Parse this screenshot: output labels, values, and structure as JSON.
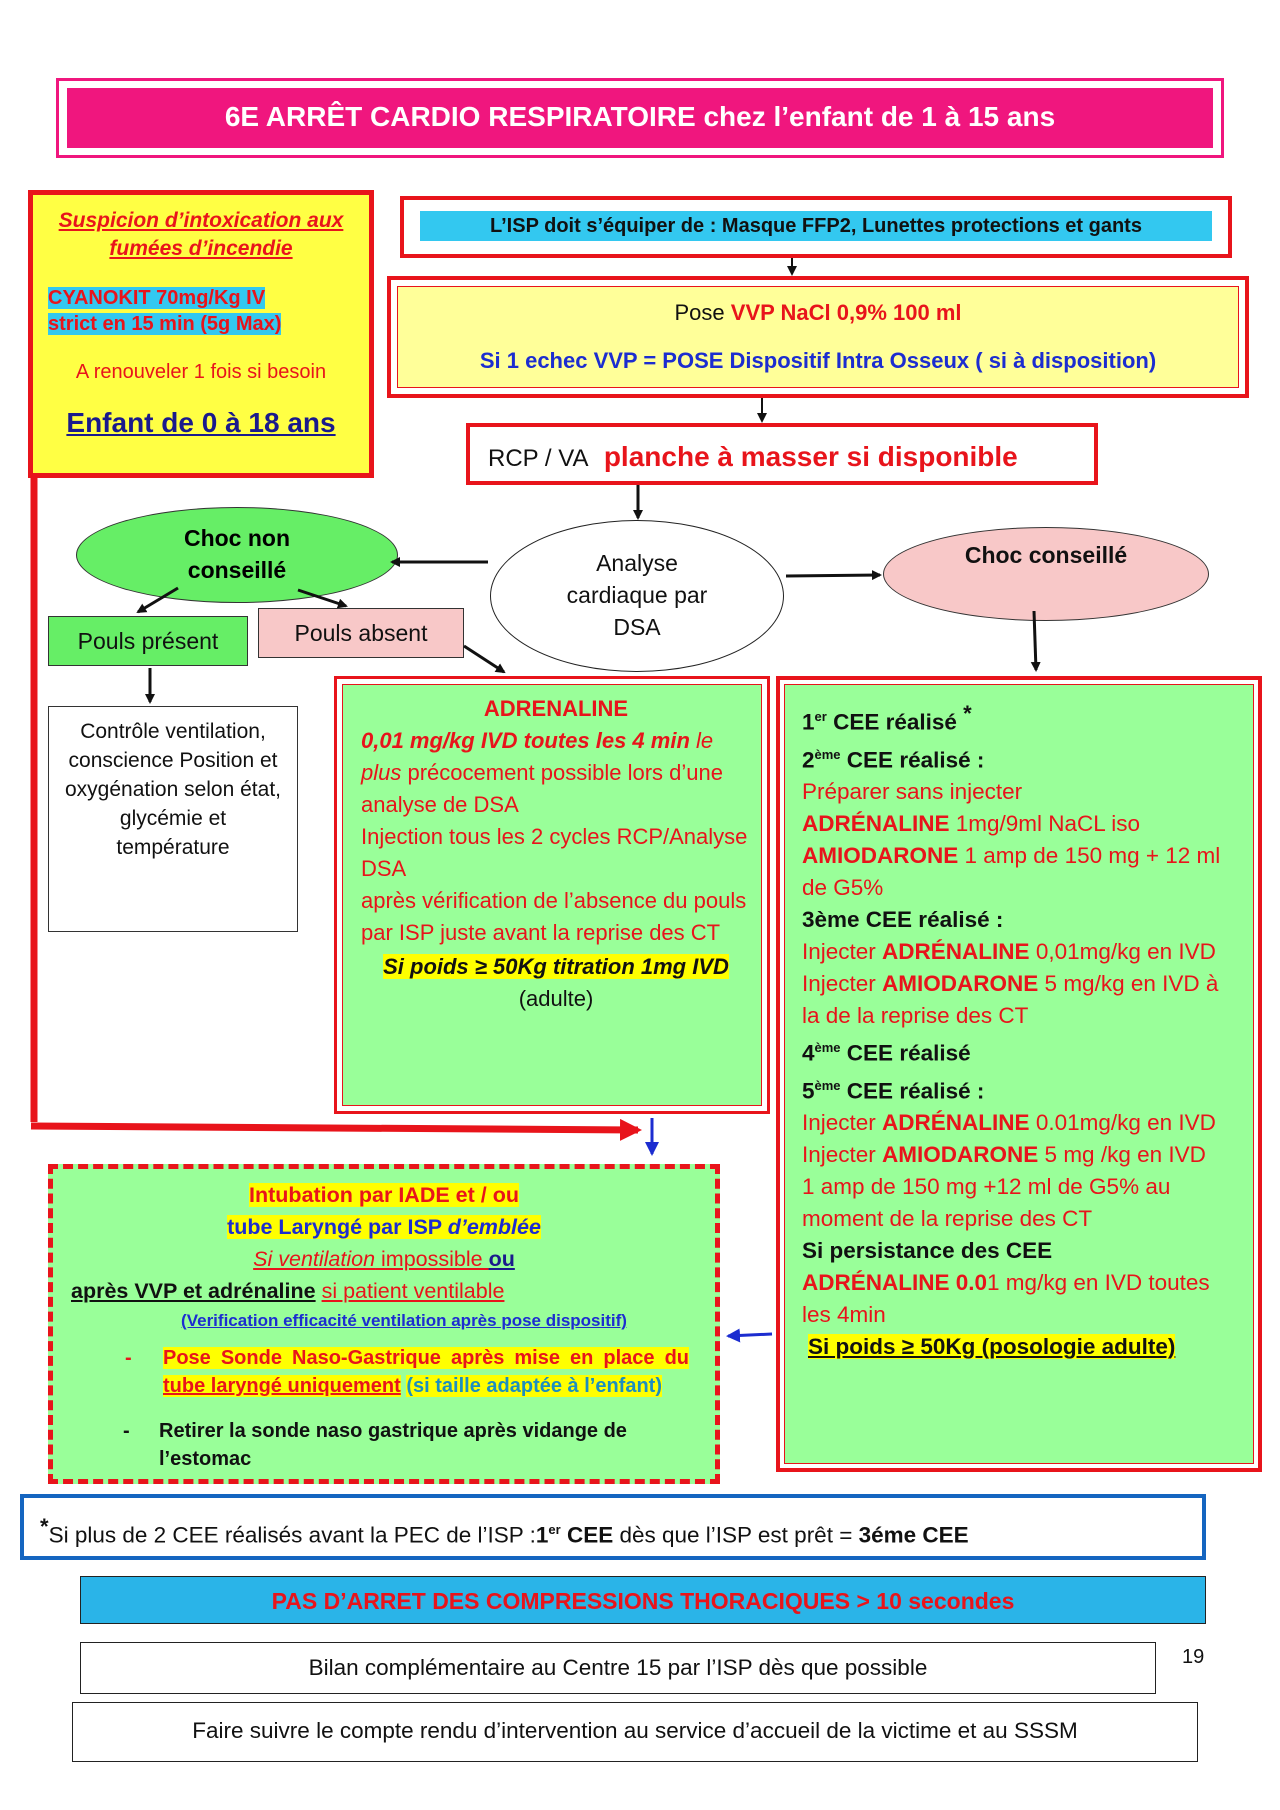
{
  "title": "6E ARRÊT CARDIO RESPIRATOIRE chez l’enfant de 1 à 15 ans",
  "intox": {
    "heading": "Suspicion d’intoxication aux fumées d’incendie",
    "cyanokit_1": "CYANOKIT 70mg/Kg IV",
    "cyanokit_2": "strict  en 15 min (5g Max)",
    "renew": "A renouveler 1 fois si besoin",
    "age": "Enfant de  0 à 18 ans"
  },
  "equip": {
    "text": "L’ISP doit s’équiper de : Masque FFP2, Lunettes protections et gants"
  },
  "vvp": {
    "pose": "Pose ",
    "pose_val": "VVP NaCl 0,9% 100 ml",
    "fail": "Si 1 echec VVP = POSE  Dispositif Intra Osseux ( si à disposition)"
  },
  "rcp": {
    "label": "RCP / VA",
    "planche": "planche à masser si disponible"
  },
  "analyse": {
    "text": "Analyse cardiaque par DSA"
  },
  "choc_non": {
    "text": "Choc non conseillé"
  },
  "choc_oui": {
    "text": "Choc conseillé"
  },
  "pouls_present": {
    "text": "Pouls présent"
  },
  "pouls_absent": {
    "text": "Pouls absent"
  },
  "controle": {
    "text": "Contrôle ventilation, conscience Position et oxygénation selon état, glycémie et température"
  },
  "adrenaline": {
    "heading": "ADRENALINE",
    "dose": "0,01 mg/kg IVD toutes les 4 min",
    "plus": "le plus",
    "rest1": " précocement possible lors d’une analyse de DSA",
    "line2": "Injection tous les 2 cycles RCP/Analyse DSA",
    "line3": "après vérification de l’absence du pouls par ISP juste avant  la reprise des CT",
    "poids": "Si poids ≥ 50Kg titration 1mg IVD",
    "adulte": " (adulte)"
  },
  "cee": {
    "c1_sup": "er",
    "c1": " CEE réalisé ",
    "star": "*",
    "c2_sup": "ème",
    "c2": " CEE réalisé :",
    "prep": "Préparer sans injecter",
    "adr_prep_b": "ADRÉNALINE",
    "adr_prep": "  1mg/9ml NaCL iso",
    "amio_prep_b": "AMIODARONE",
    "amio_prep": " 1 amp de 150 mg + 12 ml de G5%",
    "c3": "3ème CEE réalisé :",
    "inj": "Injecter ",
    "adr_b": "ADRÉNALINE",
    "adr3": " 0,01mg/kg en IVD",
    "amio_b": "AMIODARONE",
    "amio3": " 5 mg/kg en IVD à la de la reprise des CT",
    "c4_sup": "ème",
    "c4": " CEE réalisé",
    "c5_sup": "ème",
    "c5": " CEE réalisé :",
    "adr5": " 0.01mg/kg en IVD",
    "amio5": " 5 mg /kg en IVD",
    "amp": "1 amp de 150 mg +12 ml de G5% au moment de la reprise des CT",
    "persist": "Si persistance des CEE",
    "adr_persist_b": "ADRÉNALINE 0.0",
    "adr_persist": "1 mg/kg en  IVD toutes les 4min",
    "poids": "Si poids ≥ 50Kg (posologie adulte)",
    "n1": "1",
    "n2": "2",
    "n4": "4",
    "n5": "5"
  },
  "intub": {
    "l1": "Intubation par IADE et / ou",
    "l2a": "tube  Laryngé par  ISP ",
    "l2b": "d’emblée",
    "l3a": "Si ventilation",
    "l3b": " impossible ",
    "l3c": "ou",
    "l4a": "après VVP  et adrénaline",
    "l4b": "si patient ventilable",
    "l5": "(Verification efficacité ventilation après pose dispositif)",
    "l6a": "Pose  Sonde  Naso-Gastrique  après mise  en place du ",
    "l6b": "tube  laryngé uniquement",
    "l6c": "(si taille adaptée à l’enfant)",
    "l7": "Retirer la sonde naso gastrique après vidange de  l’estomac",
    "dash": "-"
  },
  "footnote": {
    "star": "*",
    "a": "Si plus de 2 CEE réalisés avant la PEC de l’ISP :",
    "b": "1",
    "sup": "er",
    "c": " CEE",
    "d": " dès que l’ISP est prêt = ",
    "e": "3éme CEE"
  },
  "pas_arret": "PAS D’ARRET DES COMPRESSIONS THORACIQUES > 10 secondes",
  "bilan": "Bilan complémentaire au Centre 15 par l’ISP dès que possible",
  "page_number": "19",
  "compte_rendu": "Faire suivre le compte rendu d’intervention au service d’accueil de la victime et au SSSM",
  "colors": {
    "pink": "#f0167e",
    "red": "#e8141b",
    "green": "#99ff99",
    "yellow": "#ffff66",
    "blue": "#1565c0",
    "cyan": "#2ab4e8",
    "light_pink": "#f8c8c8"
  }
}
